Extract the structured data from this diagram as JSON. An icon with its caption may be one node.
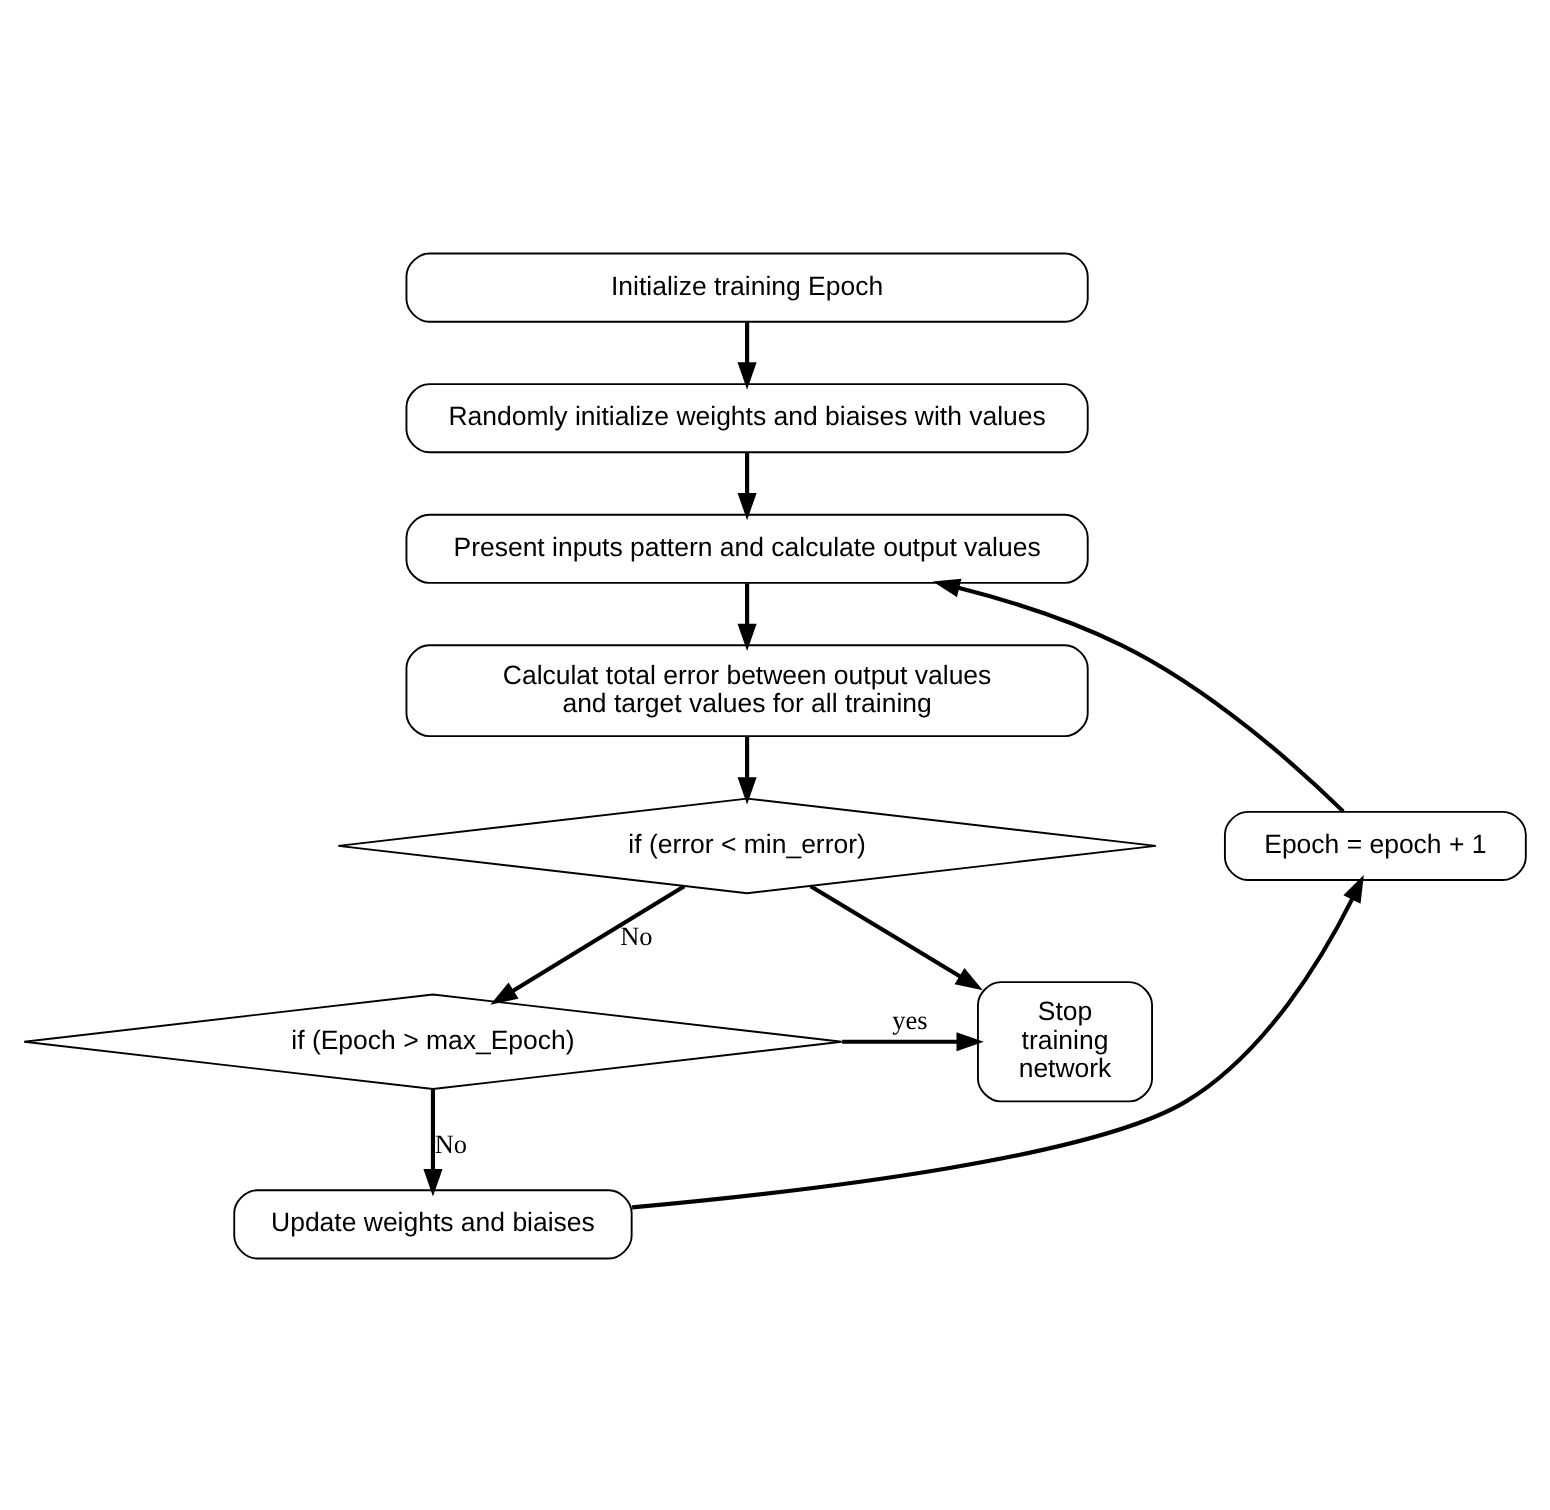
{
  "diagram": {
    "nodes": [
      {
        "text": [
          "Initialize training Epoch"
        ]
      },
      {
        "text": [
          "Randomly initialize weights and biaises with values"
        ]
      },
      {
        "text": [
          "Present inputs pattern and calculate output values"
        ]
      },
      {
        "text": [
          "Calculat total error between output values and target values for all training"
        ]
      },
      {
        "text": [
          "if (error < min_error)"
        ]
      },
      {
        "text": [
          "if (Epoch > max_Epoch)"
        ]
      },
      {
        "text": [
          "Update weights and biaises"
        ]
      },
      {
        "text": [
          "Epoch = epoch + 1"
        ]
      },
      {
        "text": [
          "Stop training network"
        ]
      }
    ],
    "edges": [
      {
        "from": 0,
        "to": 1,
        "arrow": "to"
      },
      {
        "from": 1,
        "to": 2,
        "arrow": "to"
      },
      {
        "from": 2,
        "to": 3,
        "arrow": "to"
      },
      {
        "from": 3,
        "to": 4,
        "arrow": "to"
      },
      {
        "from": 4,
        "to": 5,
        "arrow": "to",
        "label": "No"
      },
      {
        "from": 4,
        "to": 8,
        "arrow": "to"
      },
      {
        "from": 5,
        "to": 8,
        "arrow": "to",
        "label": "yes"
      },
      {
        "from": 5,
        "to": 6,
        "arrow": "to",
        "label": "No"
      },
      {
        "from": 6,
        "to": 7,
        "arrow": "to"
      },
      {
        "from": 7,
        "to": 2,
        "arrow": "to"
      }
    ]
  }
}
